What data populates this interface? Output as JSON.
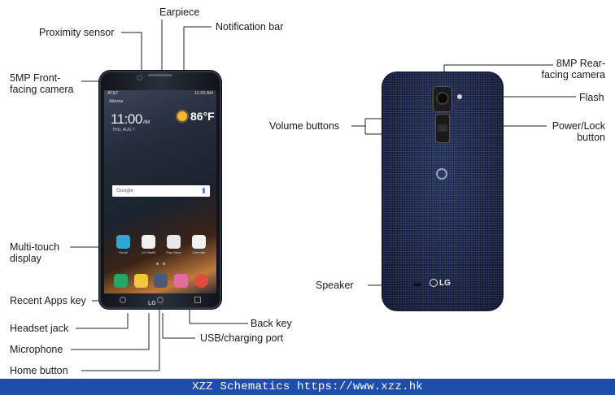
{
  "front_labels": {
    "earpiece": "Earpiece",
    "proximity_sensor": "Proximity sensor",
    "notification_bar": "Notification bar",
    "front_camera": "5MP Front-\nfacing camera",
    "touch_display": "Multi-touch\ndisplay",
    "recent_apps_key": "Recent Apps key",
    "back_key": "Back key",
    "headset_jack": "Headset jack",
    "usb_port": "USB/charging port",
    "microphone": "Microphone",
    "home_button": "Home button"
  },
  "back_labels": {
    "rear_camera": "8MP Rear-\nfacing camera",
    "flash": "Flash",
    "volume_buttons": "Volume buttons",
    "power_lock": "Power/Lock\nbutton",
    "speaker": "Speaker"
  },
  "phone_screen": {
    "carrier": "AT&T",
    "status_time": "11:00 AM",
    "clock": "11:00",
    "ampm": "AM",
    "date": "THU, AUG 7",
    "temperature": "86°F",
    "location": "Atlanta",
    "search_brand": "Google",
    "apps": [
      "Email",
      "LG Health",
      "Play Store",
      "Calendar"
    ],
    "front_logo": "LG",
    "back_logo": "LG"
  },
  "colors": {
    "footer_bg": "#1d4fa8",
    "back_cover": "#1e2a4f"
  },
  "footer": {
    "text": "XZZ Schematics https://www.xzz.hk"
  }
}
